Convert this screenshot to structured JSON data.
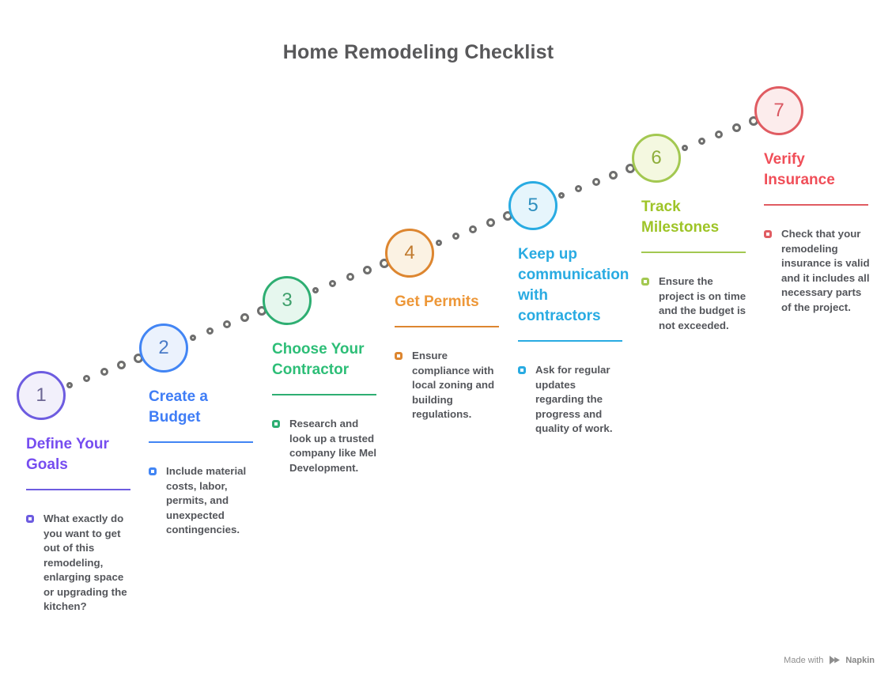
{
  "title": "Home Remodeling Checklist",
  "steps": [
    {
      "number": "1",
      "title": "Define Your Goals",
      "bullet": "What exactly do you want to get out of this remodeling, enlarging space or upgrading the kitchen?",
      "accent": "#6d5ce0",
      "title_color": "#764df0",
      "number_color": "#6c6694",
      "fill": "#f2f0fb"
    },
    {
      "number": "2",
      "title": "Create a Budget",
      "bullet": "Include material costs, labor, permits, and unexpected contingencies.",
      "accent": "#4285f4",
      "title_color": "#3f7df6",
      "number_color": "#4a7bc8",
      "fill": "#ebf2fd"
    },
    {
      "number": "3",
      "title": "Choose Your Contractor",
      "bullet": "Research and look up a trusted company like Mel Development.",
      "accent": "#2eae72",
      "title_color": "#2dbe77",
      "number_color": "#3fa06c",
      "fill": "#e6f7ee"
    },
    {
      "number": "4",
      "title": "Get Permits",
      "bullet": "Ensure compliance with local zoning and building regulations.",
      "accent": "#dd8630",
      "title_color": "#ed9738",
      "number_color": "#c07a2e",
      "fill": "#fbf2e3"
    },
    {
      "number": "5",
      "title": "Keep up communication with contractors",
      "bullet": "Ask for regular updates regarding the progress and quality of work.",
      "accent": "#29abe2",
      "title_color": "#29abe2",
      "number_color": "#2e8fbf",
      "fill": "#e6f5fc"
    },
    {
      "number": "6",
      "title": "Track Milestones",
      "bullet": "Ensure the project is on time and the budget is not exceeded.",
      "accent": "#a3c851",
      "title_color": "#9ec427",
      "number_color": "#8fae3c",
      "fill": "#f4f8e0"
    },
    {
      "number": "7",
      "title": "Verify Insurance",
      "bullet": "Check that your remodeling insurance is valid and it includes all necessary parts of the project.",
      "accent": "#e05c62",
      "title_color": "#f04e58",
      "number_color": "#d95660",
      "fill": "#fcecec"
    }
  ],
  "footer": {
    "made_with": "Made with",
    "brand": "Napkin"
  },
  "trail": {
    "dot_ring_color": "#6e6e6e",
    "dot_fill_color": "#fcfcf4"
  }
}
